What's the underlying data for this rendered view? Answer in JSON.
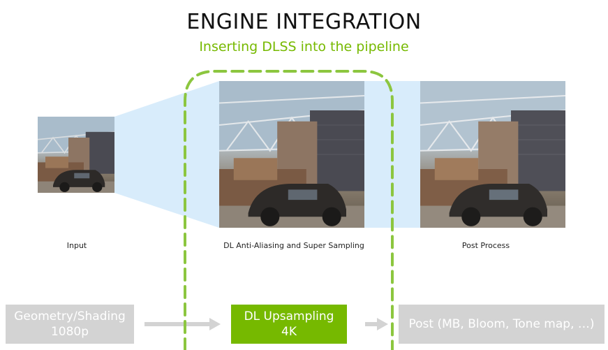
{
  "header": {
    "title": "ENGINE INTEGRATION",
    "subtitle": "Inserting DLSS into the pipeline"
  },
  "captions": {
    "input": "Input",
    "dl": "DL Anti-Aliasing and Super Sampling",
    "post": "Post Process"
  },
  "pipeline": {
    "geometry_line1": "Geometry/Shading",
    "geometry_line2": "1080p",
    "dl_line1": "DL Upsampling",
    "dl_line2": "4K",
    "post_label": "Post (MB, Bloom, Tone map, …)"
  },
  "colors": {
    "accent_green": "#76b900",
    "projection_blue": "#d8ecfb",
    "stage_gray": "#d3d3d3"
  }
}
